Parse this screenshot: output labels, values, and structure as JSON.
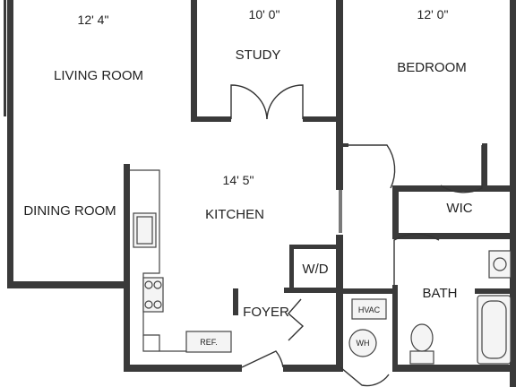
{
  "rooms": {
    "living_room": {
      "label": "LIVING ROOM",
      "dimension": "12' 4\""
    },
    "study": {
      "label": "STUDY",
      "dimension": "10' 0\""
    },
    "bedroom": {
      "label": "BEDROOM",
      "dimension": "12' 0\""
    },
    "dining_room": {
      "label": "DINING ROOM"
    },
    "kitchen": {
      "label": "KITCHEN",
      "dimension": "14' 5\""
    },
    "wic": {
      "label": "WIC"
    },
    "wd": {
      "label": "W/D"
    },
    "bath": {
      "label": "BATH"
    },
    "foyer": {
      "label": "FOYER"
    }
  },
  "fixtures": {
    "refrigerator": "REF.",
    "hvac": "HVAC",
    "water_heater": "WH"
  }
}
